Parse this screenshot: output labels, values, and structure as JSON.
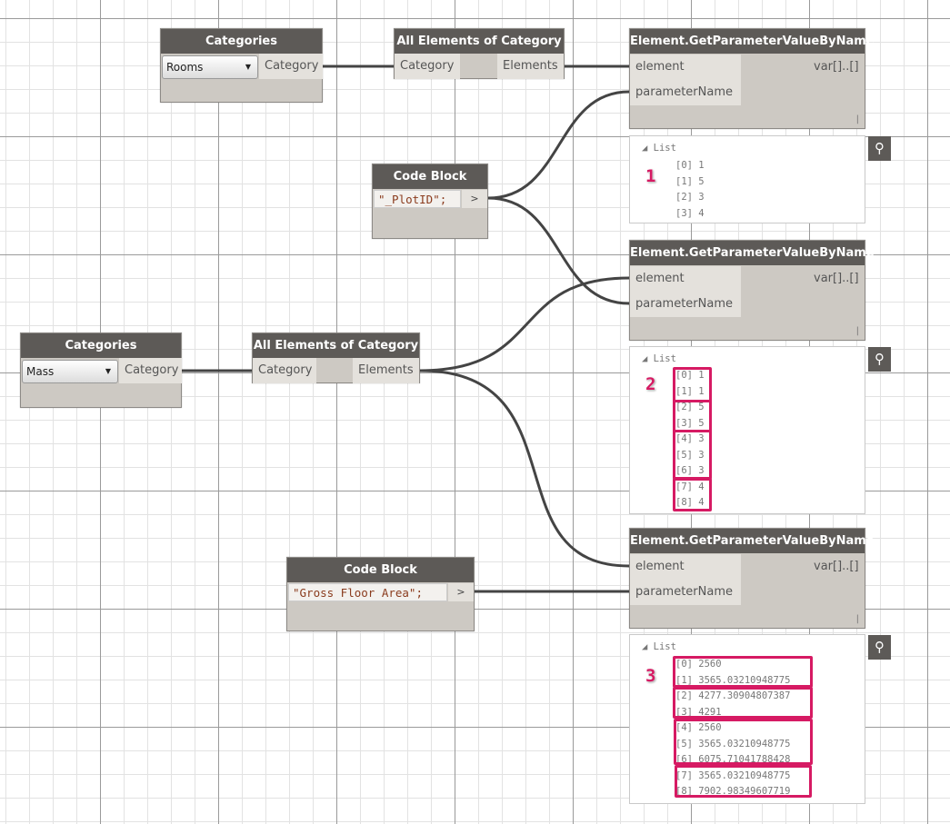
{
  "categories_rooms": {
    "title": "Categories",
    "selected": "Rooms",
    "output": "Category"
  },
  "all_elements_1": {
    "title": "All Elements of Category",
    "input": "Category",
    "output": "Elements"
  },
  "get_param_1": {
    "title": "Element.GetParameterValueByName",
    "input1": "element",
    "input2": "parameterName",
    "output": "var[]..[]"
  },
  "watch_1": {
    "header": "List",
    "badge": "1",
    "items": [
      "[0] 1",
      "[1] 5",
      "[2] 3",
      "[3] 4"
    ]
  },
  "code_block_1": {
    "title": "Code Block",
    "code": "\"_PlotID\";",
    "output": ">"
  },
  "get_param_2": {
    "title": "Element.GetParameterValueByName",
    "input1": "element",
    "input2": "parameterName",
    "output": "var[]..[]"
  },
  "categories_mass": {
    "title": "Categories",
    "selected": "Mass",
    "output": "Category"
  },
  "all_elements_2": {
    "title": "All Elements of Category",
    "input": "Category",
    "output": "Elements"
  },
  "watch_2": {
    "header": "List",
    "badge": "2",
    "items": [
      "[0] 1",
      "[1] 1",
      "[2] 5",
      "[3] 5",
      "[4] 3",
      "[5] 3",
      "[6] 3",
      "[7] 4",
      "[8] 4"
    ]
  },
  "get_param_3": {
    "title": "Element.GetParameterValueByName",
    "input1": "element",
    "input2": "parameterName",
    "output": "var[]..[]"
  },
  "code_block_2": {
    "title": "Code Block",
    "code": "\"Gross Floor Area\";",
    "output": ">"
  },
  "watch_3": {
    "header": "List",
    "badge": "3",
    "items": [
      "[0] 2560",
      "[1] 3565.03210948775",
      "[2] 4277.30904807387",
      "[3] 4291",
      "[4] 2560",
      "[5] 3565.03210948775",
      "[6] 6075.71041788428",
      "[7] 3565.03210948775",
      "[8] 7902.98349607719"
    ]
  },
  "colors": {
    "highlight": "#d61a63",
    "node_header": "#5d5a57"
  }
}
